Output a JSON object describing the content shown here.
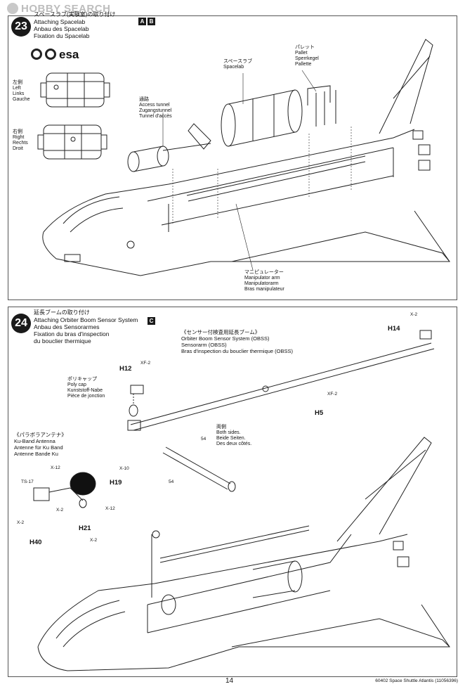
{
  "watermark": {
    "text": "HOBBY SEARCH"
  },
  "step23": {
    "number": "23",
    "title_jp": "スペースラブ(実験室)の取り付け",
    "title_en": "Attaching Spacelab",
    "title_de": "Anbau des Spacelab",
    "title_fr": "Fixation du Spacelab",
    "badges": [
      "A",
      "B"
    ],
    "logo_text": "esa",
    "left_view": {
      "jp": "左側",
      "en": "Left",
      "de": "Links",
      "fr": "Gauche"
    },
    "right_view": {
      "jp": "右側",
      "en": "Right",
      "de": "Rechts",
      "fr": "Droit"
    },
    "access_tunnel": {
      "jp": "通路",
      "en": "Access tunnel",
      "de": "Zugangstunnel",
      "fr": "Tunnel d'accès"
    },
    "spacelab": {
      "jp": "スペースラブ",
      "en": "Spacelab"
    },
    "pallet": {
      "jp": "パレット",
      "en": "Pallet",
      "de": "Sperrkegel",
      "fr": "Pallette"
    },
    "manipulator": {
      "jp": "マニピュレーター",
      "en": "Manipulator arm",
      "de": "Manipulatorarm",
      "fr": "Bras manipulateur"
    }
  },
  "step24": {
    "number": "24",
    "title_jp": "延長ブームの取り付け",
    "title_en": "Attaching Orbiter Boom Sensor System",
    "title_de": "Anbau des Sensorarmes",
    "title_fr1": "Fixation du bras d'inspection",
    "title_fr2": "du bouclier thermique",
    "badges": [
      "C"
    ],
    "obss": {
      "jp": "《センサー付検査用延長ブーム》",
      "en": "Orbiter Boom Sensor System (OBSS)",
      "de": "Sensorarm (OBSS)",
      "fr": "Bras d'inspection du bouclier thermique (OBSS)"
    },
    "polycap": {
      "jp": "ポリキャップ",
      "en": "Poly cap",
      "de": "Kunststoff-Nabe",
      "fr": "Pièce de jonction"
    },
    "ku_band": {
      "jp": "《パラボラアンテナ》",
      "en": "Ku-Band Antenna",
      "de": "Antenne für Ku Band",
      "fr": "Antenne Bande Ku"
    },
    "both_sides": {
      "jp": "両側",
      "en": "Both sides.",
      "de": "Beide Seiten.",
      "fr": "Des deux côtés."
    },
    "parts": {
      "h12": "H12",
      "h14": "H14",
      "h5": "H5",
      "h19": "H19",
      "h21": "H21",
      "h40": "H40",
      "x2a": "X-2",
      "xf2a": "XF-2",
      "xf2b": "XF-2",
      "x12a": "X-12",
      "x10": "X-10",
      "ts17": "TS-17",
      "x2b": "X-2",
      "x2c": "X-2",
      "x12b": "X-12",
      "x2d": "X-2",
      "n54a": "54",
      "n54b": "54"
    }
  },
  "footer": {
    "page": "14",
    "product": "60402  Space Shuttle Atlantis (11056396)"
  }
}
